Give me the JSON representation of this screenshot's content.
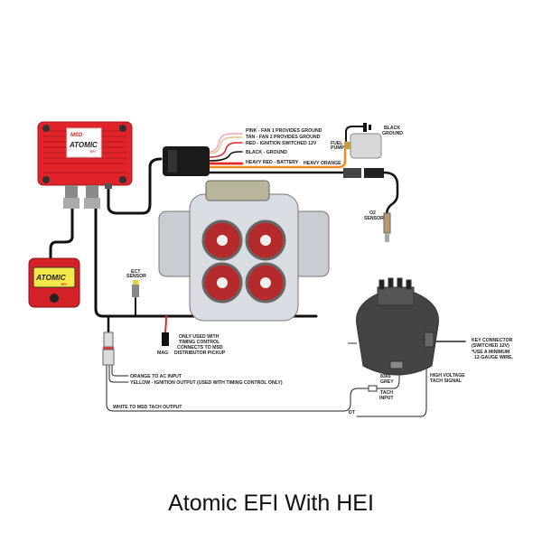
{
  "diagram": {
    "caption": "Atomic EFI With HEI",
    "ecu": {
      "brand": "MSD",
      "logo": "ATOMIC",
      "sub": "EFI"
    },
    "handheld": {
      "logo": "ATOMIC",
      "sub": "EFI"
    },
    "labels": {
      "pink": "PINK - FAN 1 PROVIDES GROUND",
      "tan": "TAN - FAN 2 PROVIDES GROUND",
      "red": "RED - IGNITION SWITCHED 12V",
      "black": "BLACK - GROUND",
      "heavy_red": "HEAVY RED - BATTERY",
      "heavy_orange": "HEAVY ORANGE",
      "fuel_pump": [
        "FUEL",
        "PUMP"
      ],
      "black_ground": [
        "BLACK",
        "GROUND"
      ],
      "o2_sensor": [
        "O2",
        "SENSOR"
      ],
      "ect_sensor": [
        "ECT",
        "SENSOR"
      ],
      "mag": "MAG",
      "timing_note": [
        "ONLY USED WITH",
        "TIMING CONTROL",
        "CONNECTS TO MSD",
        "DISTRIBUTOR PICKUP"
      ],
      "orange": "ORANGE TO AC INPUT",
      "yellow": "YELLOW - IGNITION OUTPUT (USED WITH TIMING CONTROL ONLY)",
      "white": "WHITE TO MSD TACH OUTPUT",
      "key_connector": [
        "KEY CONNECTOR",
        "(SWITCHED 12V)",
        "*USE A MINIMUM",
        "12-GAUGE WIRE."
      ],
      "hv_tach": [
        "HIGH VOLTAGE",
        "TACH SIGNAL"
      ],
      "grey": [
        "8365",
        "GREY"
      ],
      "tach_input": [
        "TACH",
        "INPUT"
      ],
      "dt": "DT"
    },
    "colors": {
      "ecu_red": "#e0242a",
      "orange": "#f08a1c",
      "red_wire": "#e32a2a",
      "pink": "#f4a0b0",
      "tan": "#e8c08a",
      "yellow_badge": "#f2e84a"
    }
  }
}
